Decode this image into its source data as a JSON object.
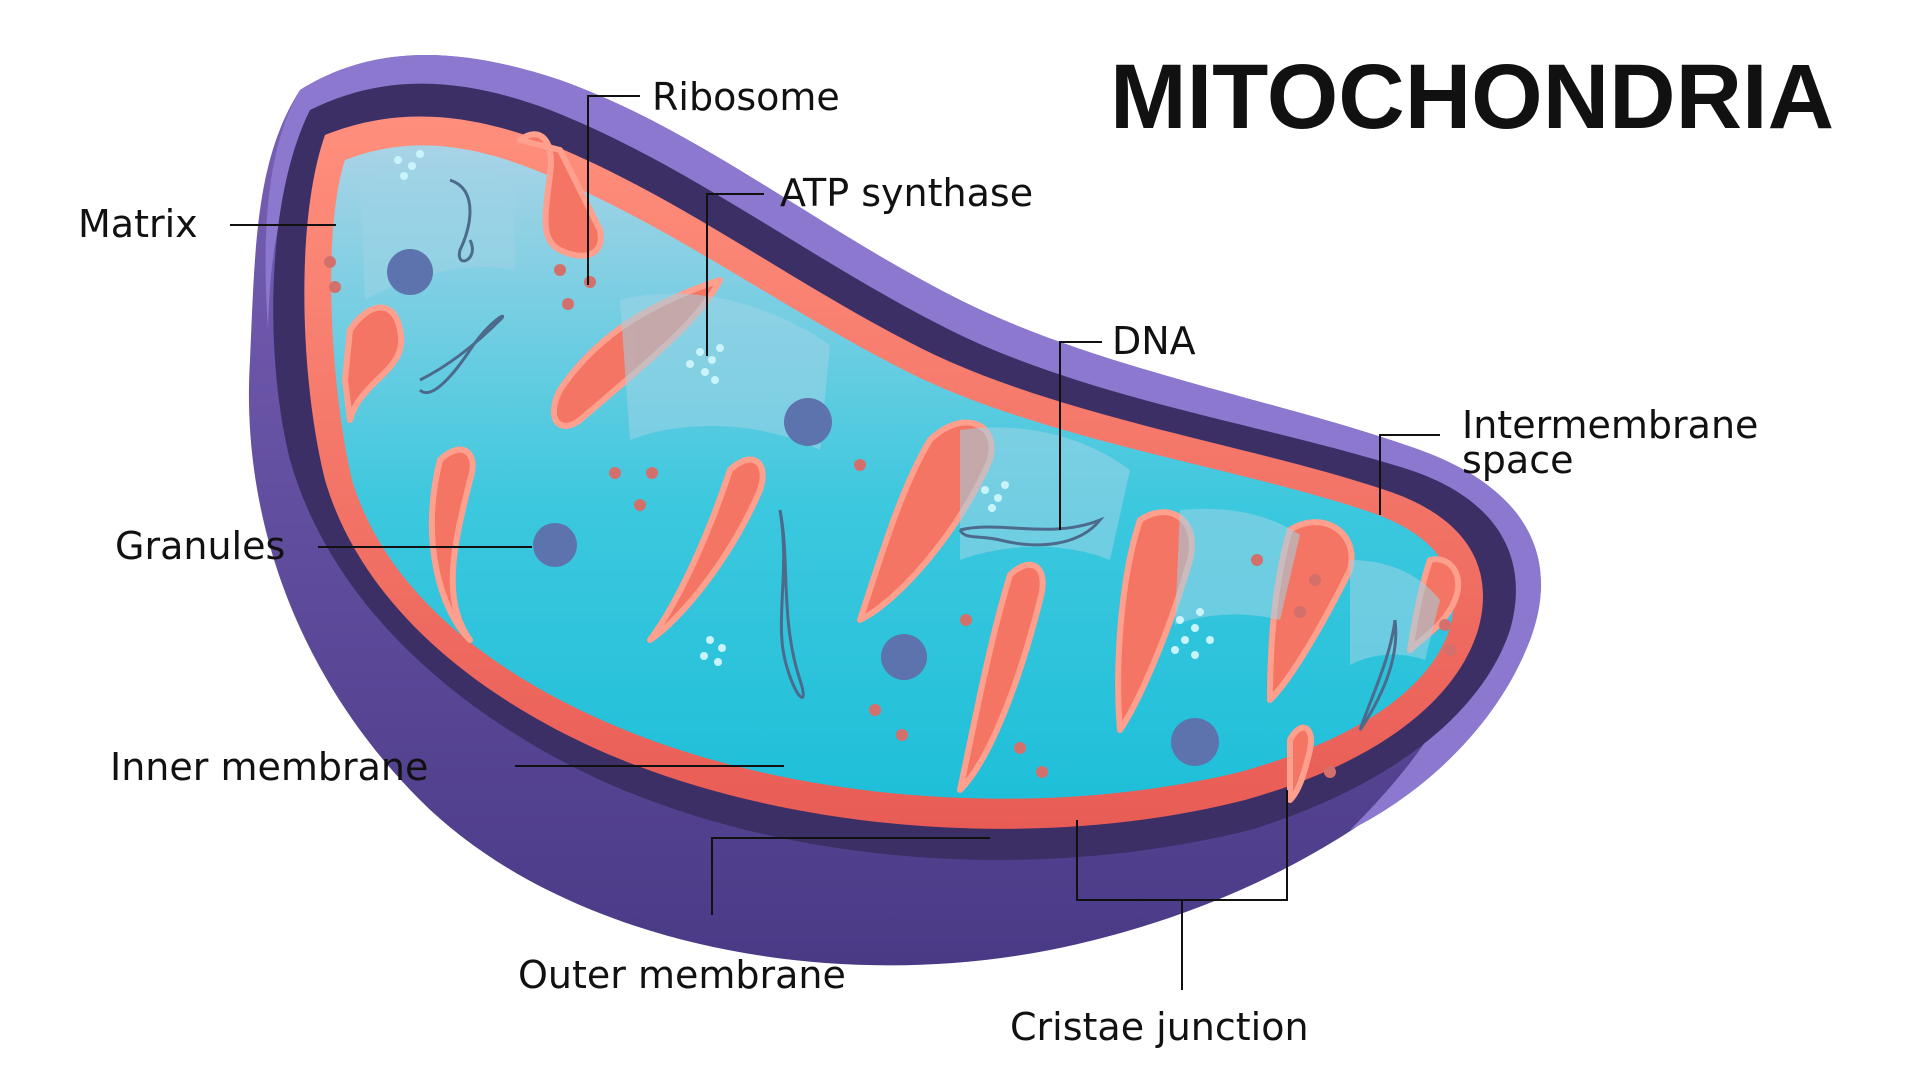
{
  "title": "MITOCHONDRIA",
  "labels": {
    "ribosome": "Ribosome",
    "atp_synthase": "ATP synthase",
    "matrix": "Matrix",
    "dna": "DNA",
    "intermembrane_line1": "Intermembrane",
    "intermembrane_line2": "space",
    "granules": "Granules",
    "inner_membrane": "Inner membrane",
    "outer_membrane": "Outer membrane",
    "cristae_junction": "Cristae junction"
  },
  "colors": {
    "outer_membrane": "#6a4fa3",
    "outer_rim": "#8c78cf",
    "intermembrane_space": "#3c2f66",
    "inner_membrane": "#f47563",
    "inner_membrane_light": "#ffa08f",
    "matrix": "#27c3dc",
    "matrix_light": "#9fd4e6",
    "granule": "#5d73ad",
    "ribosome": "#d4706b",
    "label_text": "#111111",
    "leader_line": "#111111"
  }
}
